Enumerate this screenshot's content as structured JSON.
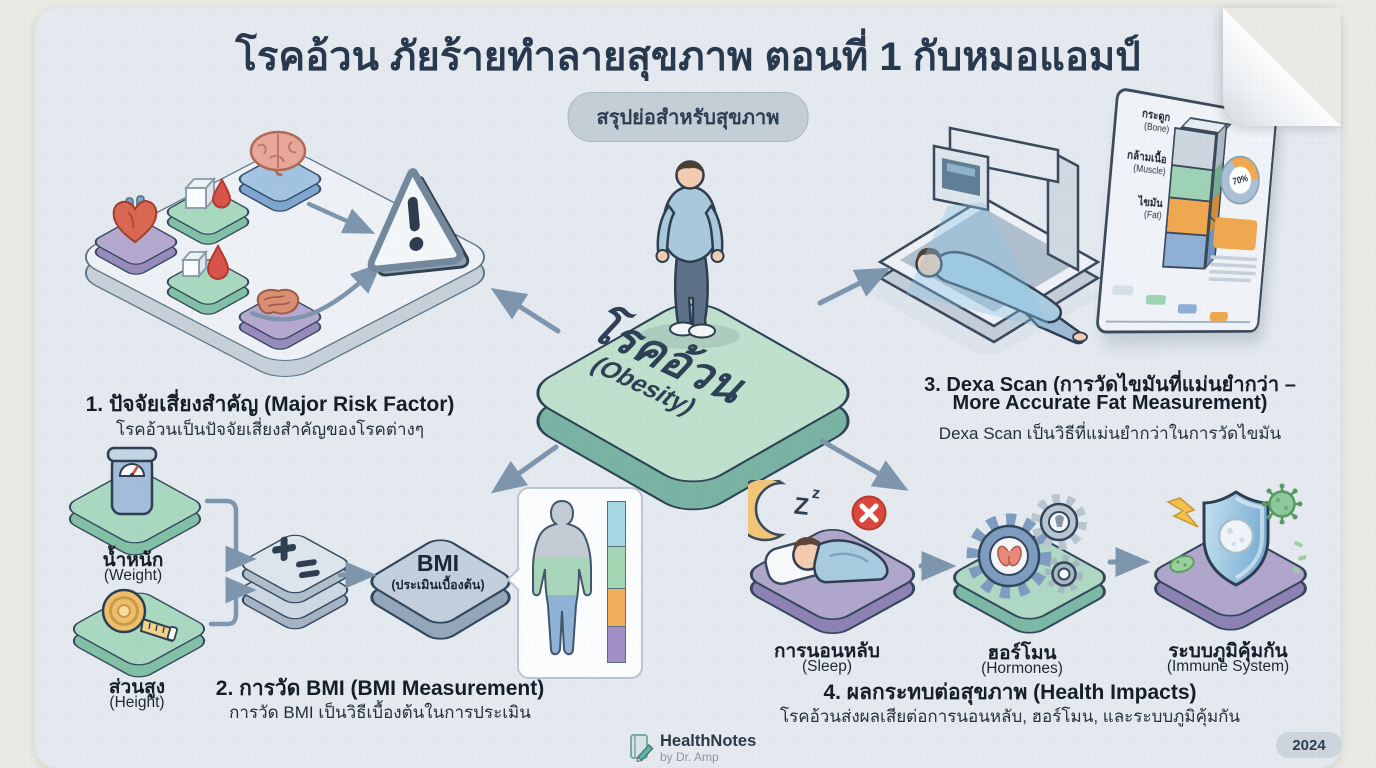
{
  "header": {
    "title": "โรคอ้วน ภัยร้ายทำลายสุขภาพ ตอนที่ 1 กับหมอแอมป์",
    "subtitle": "สรุปย่อสำหรับสุขภาพ"
  },
  "center": {
    "thai": "โรคอ้วน",
    "en": "(Obesity)"
  },
  "sections": {
    "s1": {
      "heading": "1. ปัจจัยเสี่ยงสำคัญ (Major Risk Factor)",
      "subtext": "โรคอ้วนเป็นปัจจัยเสี่ยงสำคัญของโรคต่างๆ"
    },
    "s2": {
      "heading": "2. การวัด BMI (BMI Measurement)",
      "subtext": "การวัด BMI เป็นวิธีเบื้องต้นในการประเมิน",
      "weight_thai": "น้ำหนัก",
      "weight_en": "(Weight)",
      "height_thai": "ส่วนสูง",
      "height_en": "(Height)",
      "bmi_label": "BMI",
      "bmi_sub": "(ประเมินเบื้องต้น)"
    },
    "s3": {
      "heading_line1": "3. Dexa Scan (การวัดไขมันที่แม่นยำกว่า –",
      "heading_line2": "More Accurate Fat Measurement)",
      "subtext": "Dexa Scan เป็นวิธีที่แม่นยำกว่าในการวัดไขมัน",
      "panel": {
        "bone_thai": "กระดูก",
        "bone_en": "(Bone)",
        "muscle_thai": "กล้ามเนื้อ",
        "muscle_en": "(Muscle)",
        "fat_thai": "ไขมัน",
        "fat_en": "(Fat)",
        "donut_value": "70%"
      }
    },
    "s4": {
      "heading": "4. ผลกระทบต่อสุขภาพ (Health Impacts)",
      "subtext": "โรคอ้วนส่งผลเสียต่อการนอนหลับ, ฮอร์โมน, และระบบภูมิคุ้มกัน",
      "items": [
        {
          "thai": "การนอนหลับ",
          "en": "(Sleep)"
        },
        {
          "thai": "ฮอร์โมน",
          "en": "(Hormones)"
        },
        {
          "thai": "ระบบภูมิคุ้มกัน",
          "en": "(Immune System)"
        }
      ]
    }
  },
  "decor": {
    "zz_big": "Z",
    "zz_small": "z"
  },
  "icons": {
    "warning": "exclamation-triangle",
    "calculator": "plus-equals",
    "cross_badge": "x-mark",
    "moon": "crescent-with-zz"
  },
  "footer": {
    "brand": "HealthNotes",
    "byline": "by Dr. Amp",
    "year": "2024"
  },
  "colors": {
    "paper_bg": "#ebe9e3",
    "card_bg": "#e3e9ef",
    "title_navy": "#28394e",
    "mint_top": "#bfe0cc",
    "mint_side": "#79b3a4",
    "arrow": "#7e96ad",
    "alert_red": "#d9483c",
    "fat_orange": "#f0a850",
    "tile_purple": "#b4a8cf",
    "tile_green": "#a9d8c0",
    "tile_blue": "#a3c3e3"
  }
}
